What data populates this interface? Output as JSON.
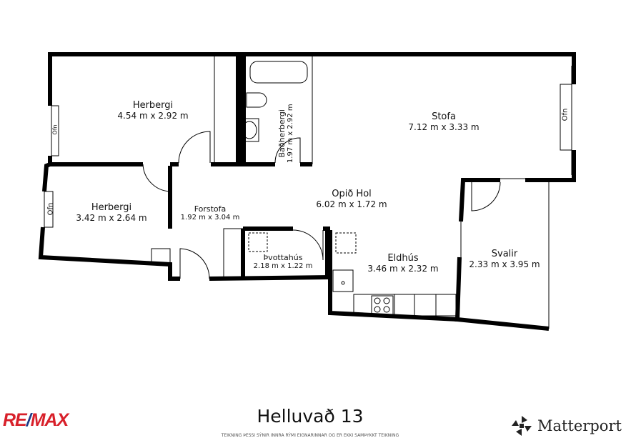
{
  "title": "Helluvað 13",
  "disclaimer": "TEIKNING ÞESSI SÝNIR INNRA RÝMI EIGNARINNAR OG ER EKKI SAMÞYKKT TEIKNING",
  "logos": {
    "left": "RE/MAX",
    "right": "Matterport"
  },
  "rooms": [
    {
      "name": "Herbergi",
      "dims": "4.54 m x 2.92 m"
    },
    {
      "name": "Baðherbergi",
      "dims": "1.97 m x 2.92 m"
    },
    {
      "name": "Stofa",
      "dims": "7.12 m x 3.33 m"
    },
    {
      "name": "Herbergi",
      "dims": "3.42 m x 2.64 m"
    },
    {
      "name": "Forstofa",
      "dims": "1.92 m x 3.04 m"
    },
    {
      "name": "Opið Hol",
      "dims": "6.02 m x 1.72 m"
    },
    {
      "name": "Þvottahús",
      "dims": "2.18 m x 1.22 m"
    },
    {
      "name": "Eldhús",
      "dims": "3.46 m x 2.32 m"
    },
    {
      "name": "Svalir",
      "dims": "2.33 m x 3.95 m"
    }
  ],
  "heater_label": "Ofn",
  "colors": {
    "remax_red": "#d8202a",
    "remax_blue": "#1f3c88",
    "wall": "#000000"
  }
}
